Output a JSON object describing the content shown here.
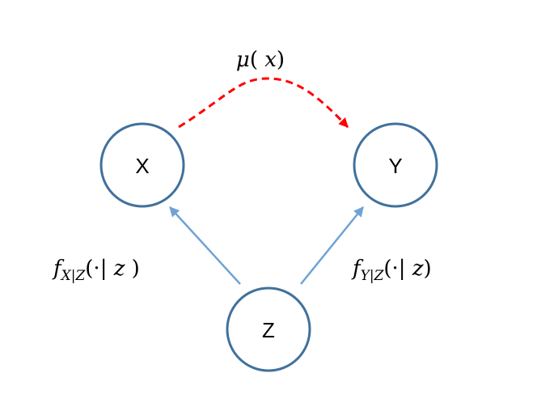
{
  "nodes": {
    "x": {
      "label": "X"
    },
    "y": {
      "label": "Y"
    },
    "z": {
      "label": "Z"
    }
  },
  "edges": {
    "mu": {
      "func": "μ",
      "open": "( ",
      "var": "x",
      "close": ")"
    },
    "z_to_x": {
      "f": "f",
      "sub": "X|Z",
      "open": "(·| ",
      "var": "z",
      "close": " )"
    },
    "z_to_y": {
      "f": "f",
      "sub": "Y|Z",
      "open": "(·| ",
      "var": "z",
      "close": ")"
    }
  },
  "colors": {
    "node_stroke": "#41719c",
    "causal_arrow": "#6fa3d6",
    "effect_arrow": "#ff0000"
  }
}
